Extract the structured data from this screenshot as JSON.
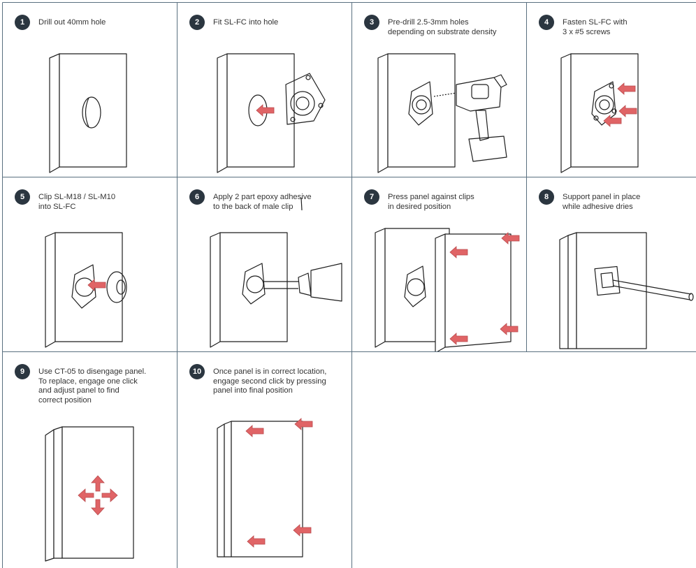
{
  "colors": {
    "line": "#5a7080",
    "badge": "#2b3640",
    "arrow": "#e06466",
    "stroke": "#1e1e1e"
  },
  "steps": [
    {
      "number": "1",
      "text": "Drill out 40mm hole",
      "illustration": "hole-illustration"
    },
    {
      "number": "2",
      "text": "Fit SL-FC into hole",
      "illustration": "fit-clip-illustration"
    },
    {
      "number": "3",
      "text": "Pre-drill 2.5-3mm holes\ndepending on substrate density",
      "illustration": "drill-illustration"
    },
    {
      "number": "4",
      "text": "Fasten SL-FC with\n3 x #5 screws",
      "illustration": "screws-illustration"
    },
    {
      "number": "5",
      "text": "Clip SL-M18 / SL-M10\ninto SL-FC",
      "illustration": "clip-male-illustration"
    },
    {
      "number": "6",
      "text": "Apply 2 part epoxy adhesive\nto the back of male clip",
      "illustration": "epoxy-illustration"
    },
    {
      "number": "7",
      "text": "Press panel against clips\nin desired position",
      "illustration": "press-panel-illustration"
    },
    {
      "number": "8",
      "text": "Support panel in place\nwhile adhesive dries",
      "illustration": "support-illustration"
    },
    {
      "number": "9",
      "text": "Use CT-05 to disengage panel.\nTo replace, engage one click\nand adjust panel to find\ncorrect position",
      "illustration": "adjust-illustration"
    },
    {
      "number": "10",
      "text": "Once panel is in correct location,\nengage second click by pressing\npanel into final position",
      "illustration": "final-position-illustration"
    }
  ]
}
